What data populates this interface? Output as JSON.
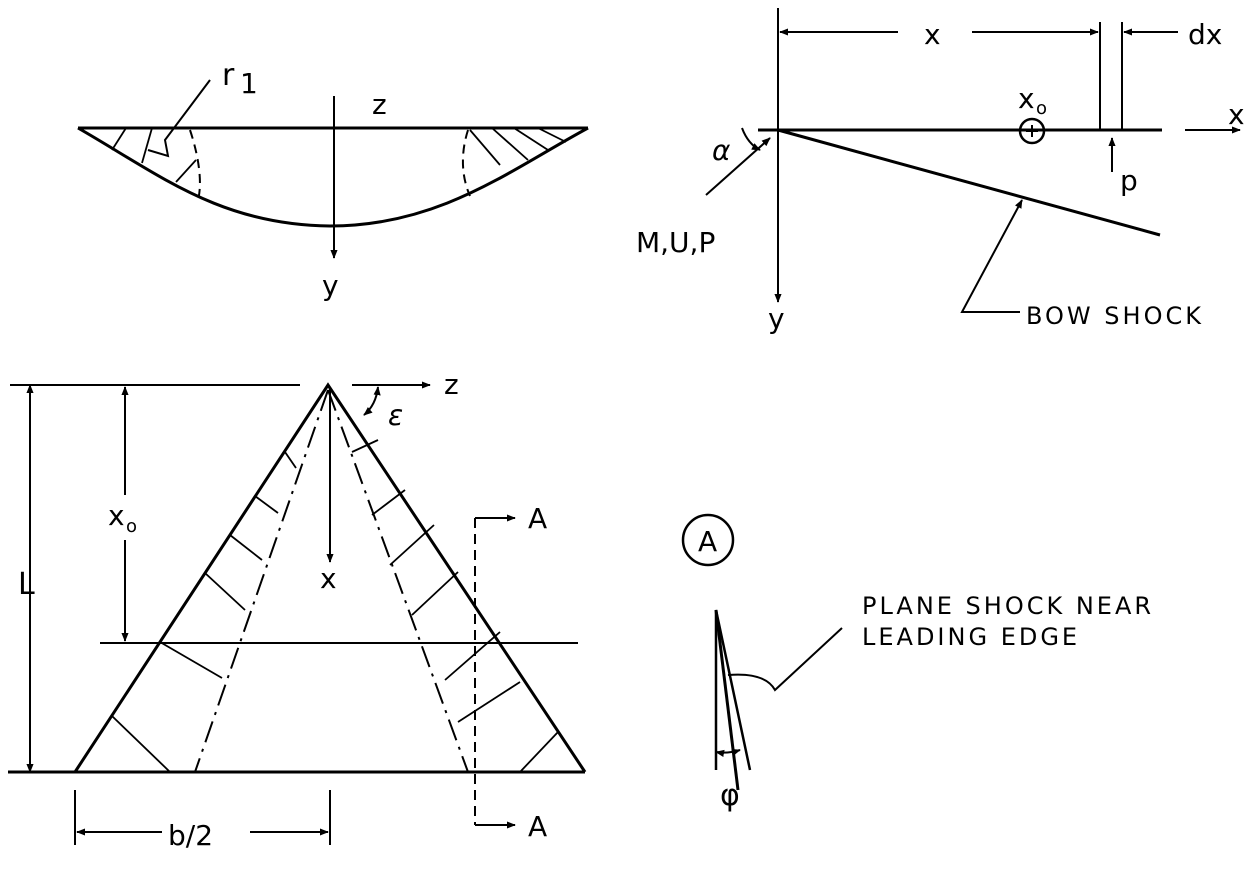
{
  "cross_section": {
    "r1_label": "r",
    "r1_subscript": "1",
    "z_label": "z",
    "y_label": "y"
  },
  "side_view": {
    "x_dim_label": "x",
    "dx_label": "dx",
    "x0_label": "x",
    "x0_subscript": "o",
    "x_axis_label": "x",
    "alpha_label": "α",
    "flow_label": "M,U,P",
    "p_label": "p",
    "y_label": "y",
    "bow_shock_label": "BOW SHOCK"
  },
  "planform": {
    "z_label": "z",
    "epsilon_label": "ε",
    "x0_label": "x",
    "x0_subscript": "o",
    "x_label": "x",
    "L_label": "L",
    "section_top_label": "A",
    "section_bottom_label": "A",
    "b_half_label": "b/2"
  },
  "detail_A": {
    "circle_label": "A",
    "shock_label_line1": "PLANE SHOCK NEAR",
    "shock_label_line2": "LEADING EDGE",
    "phi_label": "φ"
  }
}
